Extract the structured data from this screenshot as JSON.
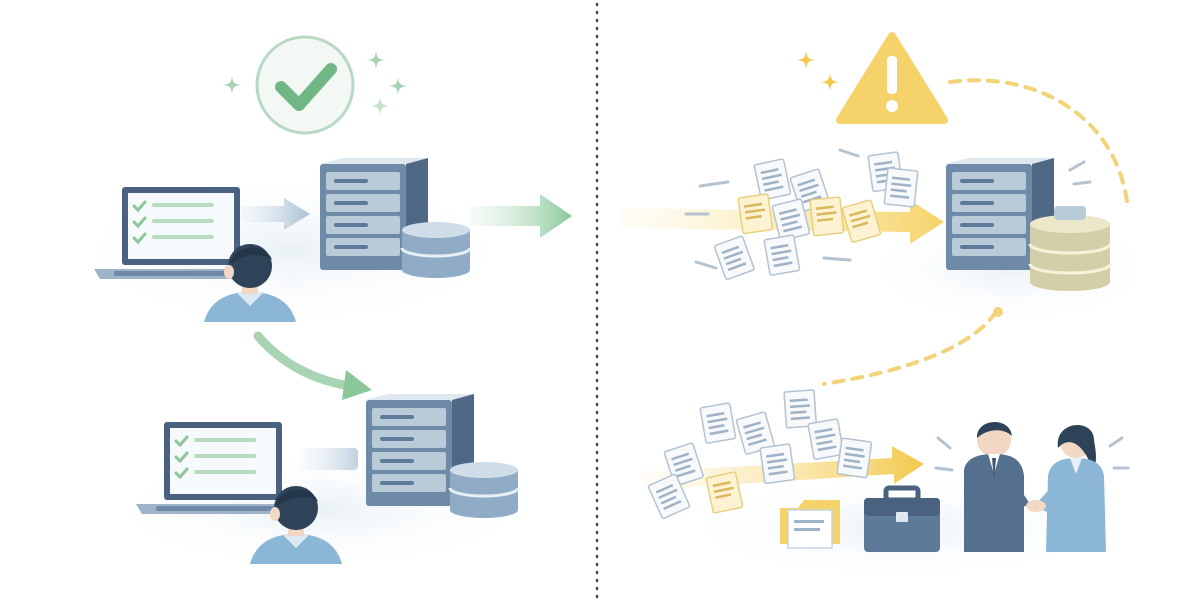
{
  "colors": {
    "slate": "#5d7a98",
    "slate_light": "#9fb3c8",
    "slate_dark": "#3f5670",
    "green": "#8cc79a",
    "green_soft": "#d7ecd9",
    "yellow": "#f6d36a",
    "yellow_soft": "#fbe9ad",
    "skin": "#f1d7c4",
    "hair": "#2f4358",
    "shirt": "#8bb6d6",
    "suit": "#556f8e",
    "divider": "#3a4b5e"
  },
  "icons": {
    "success": "check-circle-icon",
    "warning": "warning-triangle-icon",
    "sparkle": "sparkle-icon",
    "doc": "document-icon",
    "briefcase": "briefcase-icon"
  },
  "panels": {
    "left": {
      "status": "success",
      "scenes": [
        "user-laptop-to-server",
        "user-laptop-to-server-repeat"
      ]
    },
    "right": {
      "status": "warning",
      "scenes": [
        "scattered-documents-to-server",
        "documents-to-handshake"
      ]
    }
  }
}
